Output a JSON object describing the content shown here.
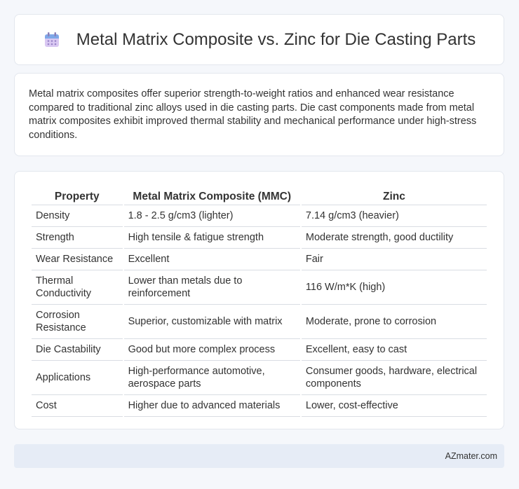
{
  "header": {
    "title": "Metal Matrix Composite vs. Zinc for Die Casting Parts",
    "icon": "calendar-icon"
  },
  "intro": {
    "text": "Metal matrix composites offer superior strength-to-weight ratios and enhanced wear resistance compared to traditional zinc alloys used in die casting parts. Die cast components made from metal matrix composites exhibit improved thermal stability and mechanical performance under high-stress conditions."
  },
  "table": {
    "headers": [
      "Property",
      "Metal Matrix Composite (MMC)",
      "Zinc"
    ],
    "rows": [
      [
        "Density",
        "1.8 - 2.5 g/cm3 (lighter)",
        "7.14 g/cm3 (heavier)"
      ],
      [
        "Strength",
        "High tensile & fatigue strength",
        "Moderate strength, good ductility"
      ],
      [
        "Wear Resistance",
        "Excellent",
        "Fair"
      ],
      [
        "Thermal Conductivity",
        "Lower than metals due to reinforcement",
        "116 W/m*K (high)"
      ],
      [
        "Corrosion Resistance",
        "Superior, customizable with matrix",
        "Moderate, prone to corrosion"
      ],
      [
        "Die Castability",
        "Good but more complex process",
        "Excellent, easy to cast"
      ],
      [
        "Applications",
        "High-performance automotive, aerospace parts",
        "Consumer goods, hardware, electrical components"
      ],
      [
        "Cost",
        "Higher due to advanced materials",
        "Lower, cost-effective"
      ]
    ]
  },
  "footer": {
    "brand": "AZmater.com"
  },
  "colors": {
    "background": "#f5f7fb",
    "card": "#ffffff",
    "footer": "#e6ecf6",
    "text": "#333333"
  }
}
